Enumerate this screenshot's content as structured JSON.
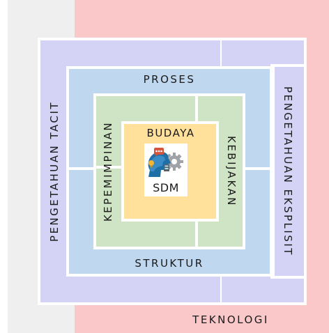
{
  "diagram": {
    "outer_left_label": "PENGETAHUAN TACIT",
    "outer_right_label": "PENGETAHUAN EKSPLISIT",
    "bottom_label": "TEKNOLOGI",
    "process_label": "PROSES",
    "structure_label": "STRUKTUR",
    "leadership_label": "KEPEMIMPINAN",
    "policy_label": "KEBIJAKAN",
    "culture_label": "BUDAYA",
    "core_label": "SDM",
    "core_icon": "human-head-gears-icon"
  },
  "colors": {
    "gray_zone": "#efefef",
    "pink_zone": "#fbc8ca",
    "lavender": "#d4d3f5",
    "blue": "#bfd7ef",
    "green": "#cfe4c5",
    "yellow": "#ffe19c"
  }
}
